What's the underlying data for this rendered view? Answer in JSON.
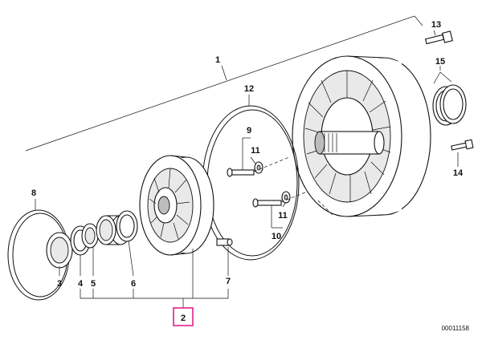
{
  "callouts": {
    "c1": "1",
    "c2": "2",
    "c3": "3",
    "c4": "4",
    "c5": "5",
    "c6": "6",
    "c7": "7",
    "c8": "8",
    "c9": "9",
    "c10": "10",
    "c11a": "11",
    "c11b": "11",
    "c12": "12",
    "c13": "13",
    "c14": "14",
    "c15": "15"
  },
  "highlighted_callout": "c2",
  "highlight_color": "#e0218a",
  "diagram_ref": "00011158"
}
